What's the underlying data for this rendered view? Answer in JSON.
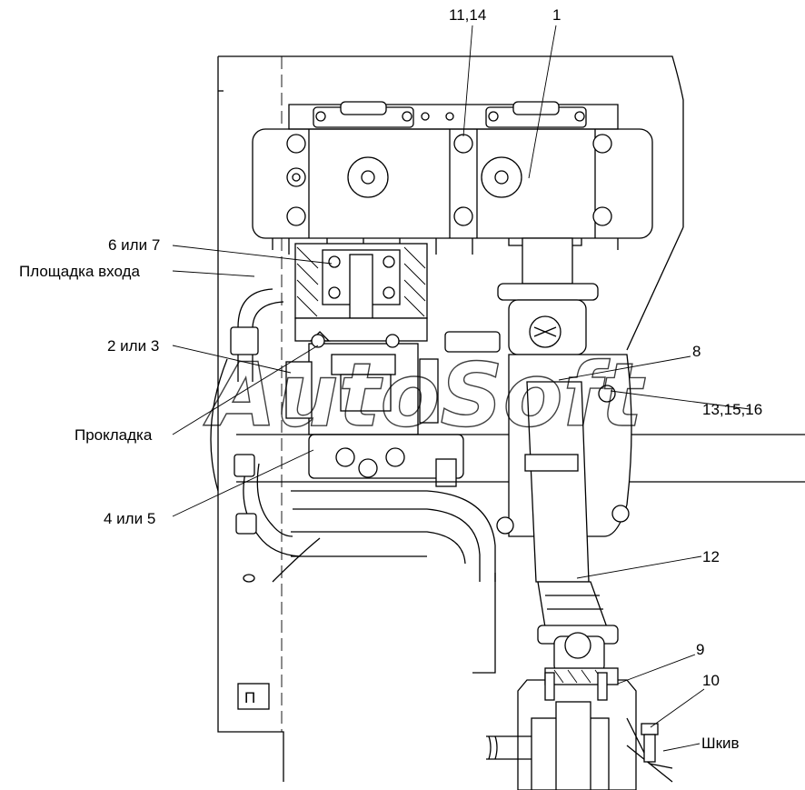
{
  "labels": {
    "l_11_14": "11,14",
    "l_1": "1",
    "l_6_7": "6 или 7",
    "l_platform": "Площадка входа",
    "l_2_3": "2 или 3",
    "l_8": "8",
    "l_13": "13,15,16",
    "l_gasket": "Прокладка",
    "l_4_5": "4 или 5",
    "l_12": "12",
    "l_9": "9",
    "l_10": "10",
    "l_pulley": "Шкив",
    "l_p": "П"
  },
  "watermark": "AutoSoft"
}
